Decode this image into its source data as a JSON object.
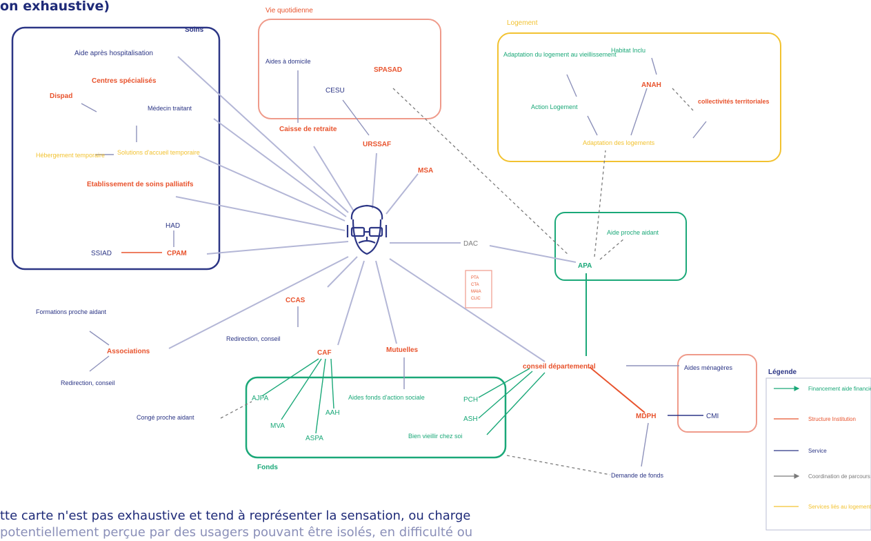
{
  "title": "on exhaustive)",
  "colors": {
    "blue": "#2b3585",
    "red": "#e8532d",
    "green": "#1aa878",
    "yellow": "#f2c230",
    "grey": "#7a7a7a",
    "box_red": "#ef9a8a"
  },
  "groups": {
    "soins": "Soins",
    "vie_quotidienne": "Vie quotidienne",
    "logement": "Logement",
    "fonds": "Fonds"
  },
  "nodes": {
    "aide_hospitalisation": "Aide après hospitalisation",
    "centres_specialises": "Centres spécialisés",
    "dispad": "Dispad",
    "medecin_traitant": "Médecin traitant",
    "hebergement_temporaire": "Hébergement temporaire",
    "solutions_accueil": "Solutions d'accueil temporaire",
    "etablissement_palliatifs": "Etablissement de soins palliatifs",
    "had": "HAD",
    "ssiad": "SSIAD",
    "cpam": "CPAM",
    "aides_domicile": "Aides à domicile",
    "cesu": "CESU",
    "spasad": "SPASAD",
    "caisse_retraite": "Caisse de retraite",
    "urssaf": "URSSAF",
    "msa": "MSA",
    "adaptation_logement": "Adaptation du logement au vieillissement",
    "habitat_inclusif": "Habitat Inclu",
    "anah": "ANAH",
    "collectivites": "collectivités territoriales",
    "action_logement": "Action Logement",
    "adaptation_logements": "Adaptation des logements",
    "dac": "DAC",
    "dac_sub": [
      "PTA",
      "CTA",
      "MAIA",
      "CLIC"
    ],
    "aide_proche": "Aide proche aidant",
    "apa": "APA",
    "formations": "Formations proche aidant",
    "associations": "Associations",
    "redirection1": "Redirection, conseil",
    "ccas": "CCAS",
    "redirection2": "Redirection, conseil",
    "caf": "CAF",
    "mutuelles": "Mutuelles",
    "conseil_dep": "conseil départemental",
    "aides_menageres": "Aides ménagères",
    "mdph": "MDPH",
    "cmi": "CMI",
    "conge": "Congé proche aidant",
    "ajpa": "AJPA",
    "mva": "MVA",
    "aspa": "ASPA",
    "aah": "AAH",
    "aides_fonds": "Aides fonds d'action sociale",
    "pch": "PCH",
    "ash": "ASH",
    "bien_vieillir": "Bien vieillir chez soi",
    "demande_fonds": "Demande de fonds"
  },
  "legend": {
    "title": "Légende",
    "items": [
      {
        "label": "Financement aide financière",
        "color": "#1aa878"
      },
      {
        "label": "Structure Institution",
        "color": "#e8532d"
      },
      {
        "label": "Service",
        "color": "#2b3585"
      },
      {
        "label": "Coordination de parcours",
        "color": "#7a7a7a"
      },
      {
        "label": "Services liés au logement",
        "color": "#f2c230"
      }
    ]
  },
  "footer": {
    "line1": "tte carte n'est pas exhaustive et tend à représenter la sensation, ou charge",
    "line2": "potentiellement perçue par des usagers pouvant être isolés, en difficulté ou"
  }
}
